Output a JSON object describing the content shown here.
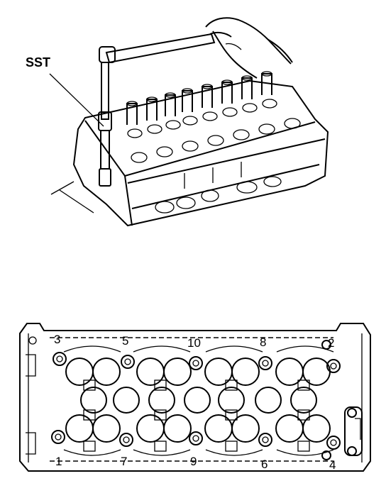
{
  "top_illustration": {
    "tool_label": "SST"
  },
  "bolt_sequence": {
    "labels": [
      "1",
      "2",
      "3",
      "4",
      "5",
      "6",
      "7",
      "8",
      "9",
      "10"
    ]
  }
}
